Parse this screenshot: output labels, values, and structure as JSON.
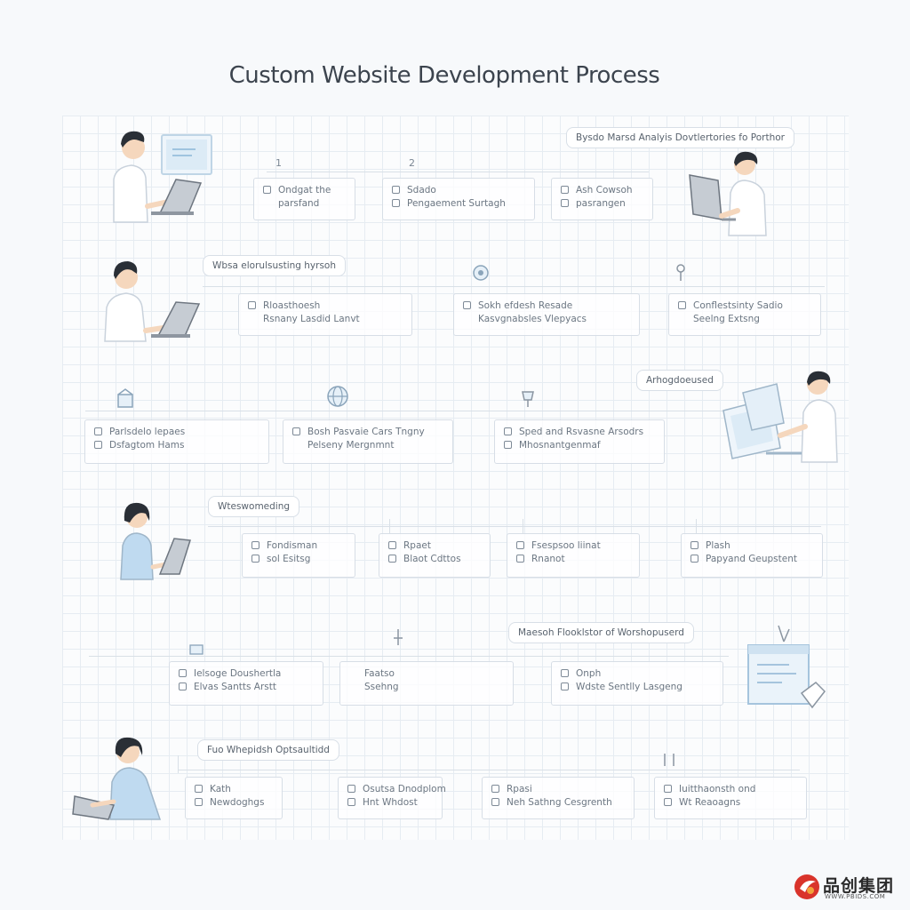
{
  "title": "Custom Website Development Process",
  "steps": [
    "1",
    "2"
  ],
  "callouts": {
    "c1": "Bysdo Marsd Analyis Dovtlertories fo Porthor",
    "c2": "Wbsa elorulsusting hyrsoh",
    "c3": "Arhogdoeused",
    "c4": "Wteswomeding",
    "c5": "Maesoh Flooklstor of Worshopuserd",
    "c6": "Fuo Whepidsh Optsaultidd"
  },
  "row1": [
    [
      "Ondgat the",
      "parsfand"
    ],
    [
      "Sdado",
      "Pengaement Surtagh"
    ],
    [
      "Ash Cowsoh",
      "pasrangen"
    ]
  ],
  "row2": [
    [
      "Rloasthoesh",
      "Rsnany Lasdid Lanvt"
    ],
    [
      "Sokh efdesh Resade",
      "Kasvgnabsles Vlepyacs"
    ],
    [
      "Conflestsinty Sadio",
      "Seelng Extsng"
    ]
  ],
  "row3": [
    [
      "Parlsdelo lepaes",
      "Dsfagtom Hams"
    ],
    [
      "Bosh Pasvaie Cars Tngny",
      "Pelseny Mergnmnt"
    ],
    [
      "Sped and Rsvasne Arsodrs",
      "Mhosnantgenmaf"
    ]
  ],
  "row4": [
    [
      "Fondisman",
      "sol Esitsg"
    ],
    [
      "Rpaet",
      "Blaot Cdttos"
    ],
    [
      "Fsespsoo liinat",
      "Rnanot"
    ],
    [
      "Plash",
      "Papyand Geupstent"
    ]
  ],
  "row5": [
    [
      "Ielsoge Doushertla",
      "Elvas Santts Arstt"
    ],
    [
      "Faatso",
      "Ssehng"
    ],
    [
      "Onph",
      "Wdste Sentlly Lasgeng"
    ]
  ],
  "row6": [
    [
      "Kath",
      "Newdoghgs"
    ],
    [
      "Osutsa Dnodplom",
      "Hnt Whdost"
    ],
    [
      "Rpasi",
      "Neh Sathng Cesgrenth"
    ],
    [
      "Iuitthaonsth ond",
      "Wt Reaoagns"
    ]
  ],
  "logo": {
    "brand": "品创集团",
    "url": "WWW.PBIDS.COM"
  },
  "colors": {
    "accent": "#9fc4df",
    "skin": "#f5d7bd",
    "hair": "#2a2f36",
    "brand_red": "#d9342b"
  }
}
